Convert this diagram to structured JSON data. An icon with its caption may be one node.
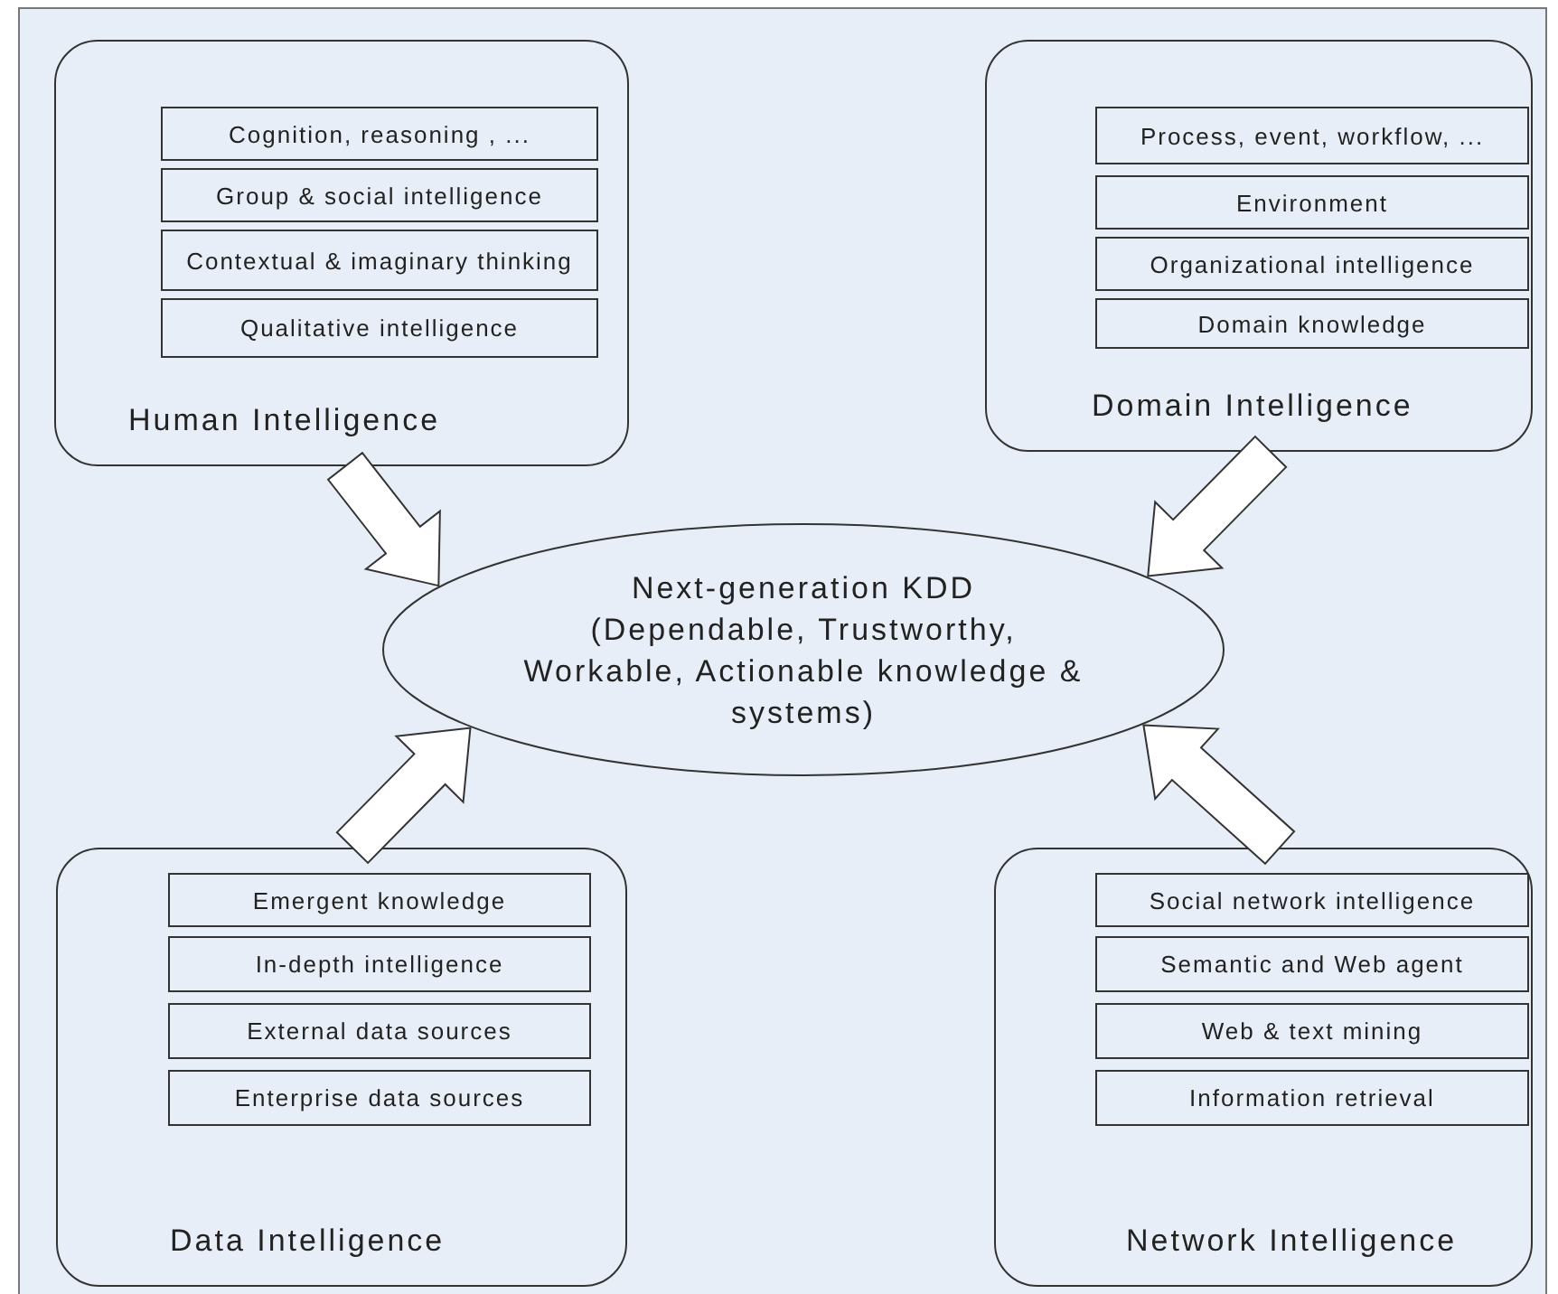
{
  "diagram": {
    "nodes": [
      {
        "text": [
          "Human Intelligence"
        ]
      },
      {
        "text": [
          "Cognition, reasoning , ..."
        ],
        "in": 0
      },
      {
        "text": [
          "Group & social intelligence"
        ],
        "in": 0
      },
      {
        "text": [
          "Contextual & imaginary thinking"
        ],
        "in": 0
      },
      {
        "text": [
          "Qualitative intelligence"
        ],
        "in": 0
      },
      {
        "text": [
          "Domain Intelligence"
        ]
      },
      {
        "text": [
          "Process, event, workflow, ..."
        ],
        "in": 5
      },
      {
        "text": [
          "Environment"
        ],
        "in": 5
      },
      {
        "text": [
          "Organizational intelligence"
        ],
        "in": 5
      },
      {
        "text": [
          "Domain knowledge"
        ],
        "in": 5
      },
      {
        "text": [
          "Next-generation KDD",
          "(Dependable, Trustworthy, Workable, Actionable knowledge & systems)"
        ]
      },
      {
        "text": [
          "Data Intelligence"
        ]
      },
      {
        "text": [
          "Emergent knowledge"
        ],
        "in": 11
      },
      {
        "text": [
          "In-depth intelligence"
        ],
        "in": 11
      },
      {
        "text": [
          "External data sources"
        ],
        "in": 11
      },
      {
        "text": [
          "Enterprise data sources"
        ],
        "in": 11
      },
      {
        "text": [
          "Network Intelligence"
        ]
      },
      {
        "text": [
          "Social network intelligence"
        ],
        "in": 16
      },
      {
        "text": [
          "Semantic and Web agent"
        ],
        "in": 16
      },
      {
        "text": [
          "Web & text mining"
        ],
        "in": 16
      },
      {
        "text": [
          "Information retrieval"
        ],
        "in": 16
      }
    ],
    "edges": [
      {
        "from": 0,
        "to": 10,
        "arrow": "to",
        "style": "thick"
      },
      {
        "from": 5,
        "to": 10,
        "arrow": "to",
        "style": "thick"
      },
      {
        "from": 11,
        "to": 10,
        "arrow": "to",
        "style": "thick"
      },
      {
        "from": 16,
        "to": 10,
        "arrow": "to",
        "style": "thick"
      }
    ]
  }
}
